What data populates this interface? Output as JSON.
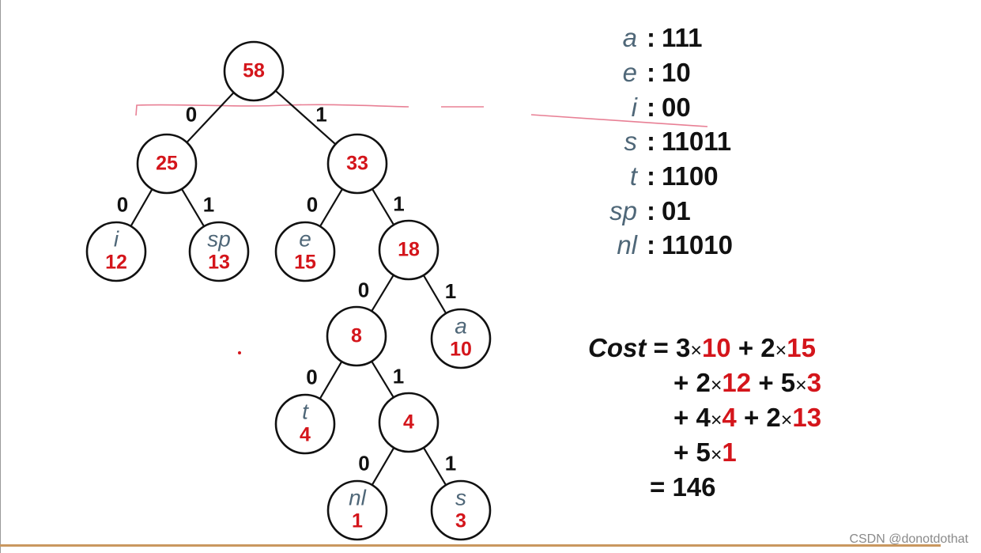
{
  "tree": {
    "nodes": [
      {
        "id": "root",
        "weight": "58"
      },
      {
        "id": "n25",
        "weight": "25"
      },
      {
        "id": "n33",
        "weight": "33"
      },
      {
        "id": "leaf-i",
        "symbol": "i",
        "weight": "12"
      },
      {
        "id": "leaf-sp",
        "symbol": "sp",
        "weight": "13"
      },
      {
        "id": "leaf-e",
        "symbol": "e",
        "weight": "15"
      },
      {
        "id": "n18",
        "weight": "18"
      },
      {
        "id": "n8",
        "weight": "8"
      },
      {
        "id": "leaf-a",
        "symbol": "a",
        "weight": "10"
      },
      {
        "id": "leaf-t",
        "symbol": "t",
        "weight": "4"
      },
      {
        "id": "n4",
        "weight": "4"
      },
      {
        "id": "leaf-nl",
        "symbol": "nl",
        "weight": "1"
      },
      {
        "id": "leaf-s",
        "symbol": "s",
        "weight": "3"
      }
    ],
    "edges": [
      {
        "from": "root",
        "to": "n25",
        "bit": "0"
      },
      {
        "from": "root",
        "to": "n33",
        "bit": "1"
      },
      {
        "from": "n25",
        "to": "leaf-i",
        "bit": "0"
      },
      {
        "from": "n25",
        "to": "leaf-sp",
        "bit": "1"
      },
      {
        "from": "n33",
        "to": "leaf-e",
        "bit": "0"
      },
      {
        "from": "n33",
        "to": "n18",
        "bit": "1"
      },
      {
        "from": "n18",
        "to": "n8",
        "bit": "0"
      },
      {
        "from": "n18",
        "to": "leaf-a",
        "bit": "1"
      },
      {
        "from": "n8",
        "to": "leaf-t",
        "bit": "0"
      },
      {
        "from": "n8",
        "to": "n4",
        "bit": "1"
      },
      {
        "from": "n4",
        "to": "leaf-nl",
        "bit": "0"
      },
      {
        "from": "n4",
        "to": "leaf-s",
        "bit": "1"
      }
    ]
  },
  "codes": [
    {
      "symbol": "a",
      "colon": ":",
      "bits": "111"
    },
    {
      "symbol": "e",
      "colon": ":",
      "bits": "10"
    },
    {
      "symbol": "i",
      "colon": ":",
      "bits": "00"
    },
    {
      "symbol": "s",
      "colon": ":",
      "bits": "11011"
    },
    {
      "symbol": "t",
      "colon": ":",
      "bits": "1100"
    },
    {
      "symbol": "sp",
      "colon": ":",
      "bits": "01"
    },
    {
      "symbol": "nl",
      "colon": ":",
      "bits": "11010"
    }
  ],
  "cost": {
    "label": "Cost",
    "equals": "=",
    "plus": "+",
    "times": "×",
    "terms": [
      {
        "length": "3",
        "freq": "10"
      },
      {
        "length": "2",
        "freq": "15"
      },
      {
        "length": "2",
        "freq": "12"
      },
      {
        "length": "5",
        "freq": "3"
      },
      {
        "length": "4",
        "freq": "4"
      },
      {
        "length": "2",
        "freq": "13"
      },
      {
        "length": "5",
        "freq": "1"
      }
    ],
    "total": "146"
  },
  "watermark": "CSDN @donotdothat",
  "colors": {
    "weight": "#d4151b",
    "symbol": "#4f6778",
    "ink": "#111111",
    "pen_mark": "#e46a83",
    "bottom_rule": "#c9975f"
  }
}
